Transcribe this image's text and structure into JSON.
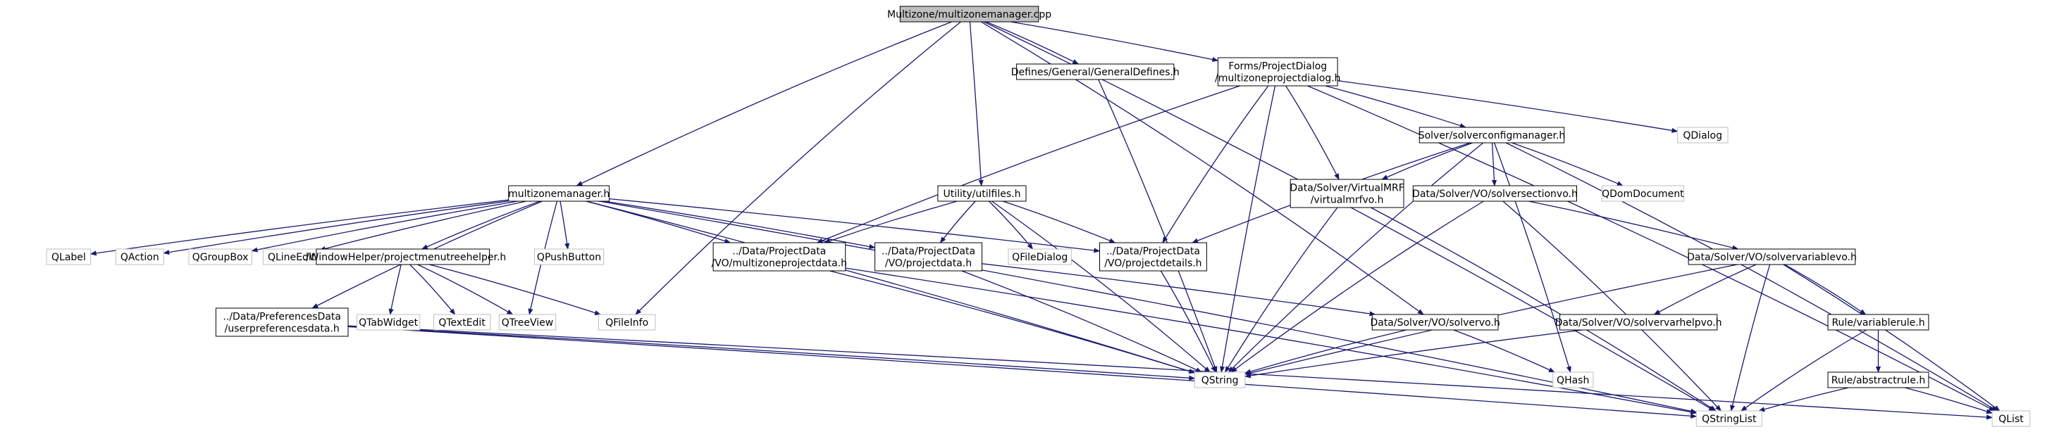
{
  "colors": {
    "edge": "#191970",
    "node_border": "#000000",
    "ext_border": "#bfbfbf",
    "root_fill": "#bfbfbf",
    "node_fill": "#ffffff",
    "text": "#000000"
  },
  "nodes": [
    {
      "id": "root",
      "lines": [
        "Multizone/multizonemanager.cpp"
      ],
      "kind": "root"
    },
    {
      "id": "defines",
      "lines": [
        "Defines/General/GeneralDefines.h"
      ],
      "kind": "file"
    },
    {
      "id": "forms",
      "lines": [
        "Forms/ProjectDialog",
        "/multizoneprojectdialog.h"
      ],
      "kind": "file"
    },
    {
      "id": "qdialog",
      "lines": [
        "QDialog"
      ],
      "kind": "ext"
    },
    {
      "id": "solvercfg",
      "lines": [
        "Solver/solverconfigmanager.h"
      ],
      "kind": "file"
    },
    {
      "id": "virtualmrf",
      "lines": [
        "Data/Solver/VirtualMRF",
        "/virtualmrfvo.h"
      ],
      "kind": "file"
    },
    {
      "id": "qdom",
      "lines": [
        "QDomDocument"
      ],
      "kind": "ext"
    },
    {
      "id": "section",
      "lines": [
        "Data/Solver/VO/solversectionvo.h"
      ],
      "kind": "file"
    },
    {
      "id": "mzm",
      "lines": [
        "multizonemanager.h"
      ],
      "kind": "file"
    },
    {
      "id": "utilfiles",
      "lines": [
        "Utility/utilfiles.h"
      ],
      "kind": "file"
    },
    {
      "id": "qlabel",
      "lines": [
        "QLabel"
      ],
      "kind": "ext"
    },
    {
      "id": "qaction",
      "lines": [
        "QAction"
      ],
      "kind": "ext"
    },
    {
      "id": "qgroupbox",
      "lines": [
        "QGroupBox"
      ],
      "kind": "ext"
    },
    {
      "id": "qlineedit",
      "lines": [
        "QLineEdit"
      ],
      "kind": "ext"
    },
    {
      "id": "pmth",
      "lines": [
        "../WindowHelper/projectmenutreehelper.h"
      ],
      "kind": "file"
    },
    {
      "id": "qpushbutton",
      "lines": [
        "QPushButton"
      ],
      "kind": "ext"
    },
    {
      "id": "mzpd",
      "lines": [
        "../Data/ProjectData",
        "/VO/multizoneprojectdata.h"
      ],
      "kind": "file"
    },
    {
      "id": "pd",
      "lines": [
        "../Data/ProjectData",
        "/VO/projectdata.h"
      ],
      "kind": "file"
    },
    {
      "id": "qfiledialog",
      "lines": [
        "QFileDialog"
      ],
      "kind": "ext"
    },
    {
      "id": "pdetails",
      "lines": [
        "../Data/ProjectData",
        "/VO/projectdetails.h"
      ],
      "kind": "file"
    },
    {
      "id": "variable",
      "lines": [
        "Data/Solver/VO/solvervariablevo.h"
      ],
      "kind": "file"
    },
    {
      "id": "upd",
      "lines": [
        "../Data/PreferencesData",
        "/userpreferencesdata.h"
      ],
      "kind": "file"
    },
    {
      "id": "qtabwidget",
      "lines": [
        "QTabWidget"
      ],
      "kind": "ext"
    },
    {
      "id": "qtextedit",
      "lines": [
        "QTextEdit"
      ],
      "kind": "ext"
    },
    {
      "id": "qtreeview",
      "lines": [
        "QTreeView"
      ],
      "kind": "ext"
    },
    {
      "id": "qfileinfo",
      "lines": [
        "QFileInfo"
      ],
      "kind": "ext"
    },
    {
      "id": "solvervo",
      "lines": [
        "Data/Solver/VO/solvervo.h"
      ],
      "kind": "file"
    },
    {
      "id": "varhelp",
      "lines": [
        "Data/Solver/VO/solvervarhelpvo.h"
      ],
      "kind": "file"
    },
    {
      "id": "varrule",
      "lines": [
        "Rule/variablerule.h"
      ],
      "kind": "file"
    },
    {
      "id": "absrule",
      "lines": [
        "Rule/abstractrule.h"
      ],
      "kind": "file"
    },
    {
      "id": "qstring",
      "lines": [
        "QString"
      ],
      "kind": "ext"
    },
    {
      "id": "qhash",
      "lines": [
        "QHash"
      ],
      "kind": "ext"
    },
    {
      "id": "qstringlist",
      "lines": [
        "QStringList"
      ],
      "kind": "ext"
    },
    {
      "id": "qlist",
      "lines": [
        "QList"
      ],
      "kind": "ext"
    }
  ],
  "edges": [
    {
      "from": "root",
      "to": "defines"
    },
    {
      "from": "root",
      "to": "forms"
    },
    {
      "from": "root",
      "to": "mzm"
    },
    {
      "from": "root",
      "to": "utilfiles"
    },
    {
      "from": "root",
      "to": "qfileinfo"
    },
    {
      "from": "root",
      "to": "qstringlist"
    },
    {
      "from": "root",
      "to": "solvervo"
    },
    {
      "from": "defines",
      "to": "qstring"
    },
    {
      "from": "forms",
      "to": "qdialog"
    },
    {
      "from": "forms",
      "to": "solvercfg"
    },
    {
      "from": "forms",
      "to": "virtualmrf"
    },
    {
      "from": "forms",
      "to": "mzpd"
    },
    {
      "from": "forms",
      "to": "pdetails"
    },
    {
      "from": "forms",
      "to": "qstring"
    },
    {
      "from": "forms",
      "to": "qlist"
    },
    {
      "from": "solvercfg",
      "to": "virtualmrf"
    },
    {
      "from": "solvercfg",
      "to": "qdom"
    },
    {
      "from": "solvercfg",
      "to": "section"
    },
    {
      "from": "solvercfg",
      "to": "pdetails"
    },
    {
      "from": "solvercfg",
      "to": "qstring"
    },
    {
      "from": "solvercfg",
      "to": "qhash"
    },
    {
      "from": "solvercfg",
      "to": "qlist"
    },
    {
      "from": "virtualmrf",
      "to": "qstring"
    },
    {
      "from": "virtualmrf",
      "to": "qstringlist"
    },
    {
      "from": "section",
      "to": "variable"
    },
    {
      "from": "section",
      "to": "qstring"
    },
    {
      "from": "section",
      "to": "qstringlist"
    },
    {
      "from": "mzm",
      "to": "qlabel"
    },
    {
      "from": "mzm",
      "to": "qaction"
    },
    {
      "from": "mzm",
      "to": "qgroupbox"
    },
    {
      "from": "mzm",
      "to": "qlineedit"
    },
    {
      "from": "mzm",
      "to": "pmth"
    },
    {
      "from": "mzm",
      "to": "qpushbutton"
    },
    {
      "from": "mzm",
      "to": "mzpd"
    },
    {
      "from": "mzm",
      "to": "pd"
    },
    {
      "from": "mzm",
      "to": "pdetails"
    },
    {
      "from": "mzm",
      "to": "upd"
    },
    {
      "from": "mzm",
      "to": "qtreeview"
    },
    {
      "from": "mzm",
      "to": "qstring"
    },
    {
      "from": "mzm",
      "to": "qstringlist"
    },
    {
      "from": "utilfiles",
      "to": "mzpd"
    },
    {
      "from": "utilfiles",
      "to": "pd"
    },
    {
      "from": "utilfiles",
      "to": "qfiledialog"
    },
    {
      "from": "utilfiles",
      "to": "pdetails"
    },
    {
      "from": "utilfiles",
      "to": "qstring"
    },
    {
      "from": "pmth",
      "to": "qtabwidget"
    },
    {
      "from": "pmth",
      "to": "qtextedit"
    },
    {
      "from": "pmth",
      "to": "qtreeview"
    },
    {
      "from": "pmth",
      "to": "qfileinfo"
    },
    {
      "from": "mzpd",
      "to": "qstring"
    },
    {
      "from": "mzpd",
      "to": "qstringlist"
    },
    {
      "from": "pd",
      "to": "solvervo"
    },
    {
      "from": "pd",
      "to": "qstring"
    },
    {
      "from": "pdetails",
      "to": "qstring"
    },
    {
      "from": "upd",
      "to": "qstring"
    },
    {
      "from": "upd",
      "to": "qlist"
    },
    {
      "from": "upd",
      "to": "qstringlist"
    },
    {
      "from": "variable",
      "to": "varhelp"
    },
    {
      "from": "variable",
      "to": "varrule"
    },
    {
      "from": "variable",
      "to": "qstring"
    },
    {
      "from": "variable",
      "to": "qstringlist"
    },
    {
      "from": "variable",
      "to": "qlist"
    },
    {
      "from": "solvervo",
      "to": "qstring"
    },
    {
      "from": "solvervo",
      "to": "qhash"
    },
    {
      "from": "varhelp",
      "to": "qstring"
    },
    {
      "from": "varrule",
      "to": "absrule"
    },
    {
      "from": "varrule",
      "to": "qstringlist"
    },
    {
      "from": "absrule",
      "to": "qstringlist"
    },
    {
      "from": "absrule",
      "to": "qlist"
    }
  ]
}
